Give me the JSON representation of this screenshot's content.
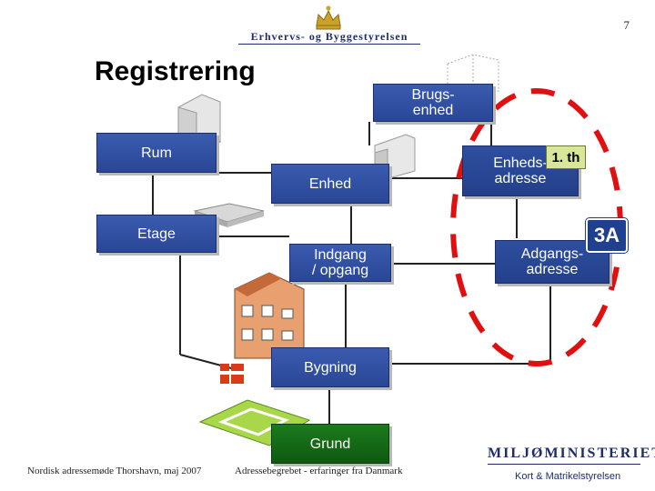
{
  "slide_number": "7",
  "logo_text": "Erhvervs- og Byggestyrelsen",
  "title": "Registrering",
  "boxes": {
    "rum": "Rum",
    "etage": "Etage",
    "brugsenhed_1": "Brugs-",
    "brugsenhed_2": "enhed",
    "enhed": "Enhed",
    "indgang_1": "Indgang",
    "indgang_2": "/ opgang",
    "bygning": "Bygning",
    "grund": "Grund",
    "enhedsadresse_1": "Enheds-",
    "enhedsadresse_2": "adresse",
    "adgangsadresse_1": "Adgangs-",
    "adgangsadresse_2": "adresse"
  },
  "badges": {
    "floor": "1. th",
    "house": "3A"
  },
  "footer": {
    "left": "Nordisk adressemøde Thorshavn, maj 2007",
    "center": "Adressebegrebet - erfaringer fra Danmark"
  },
  "ministry": {
    "name": "MILJØMINISTERIET",
    "sub": "Kort & Matrikelstyrelsen"
  },
  "colors": {
    "box_blue": "#2a4796",
    "box_green": "#0f5a10",
    "highlight_red": "#e01010",
    "logo_navy": "#1e2c6e"
  }
}
